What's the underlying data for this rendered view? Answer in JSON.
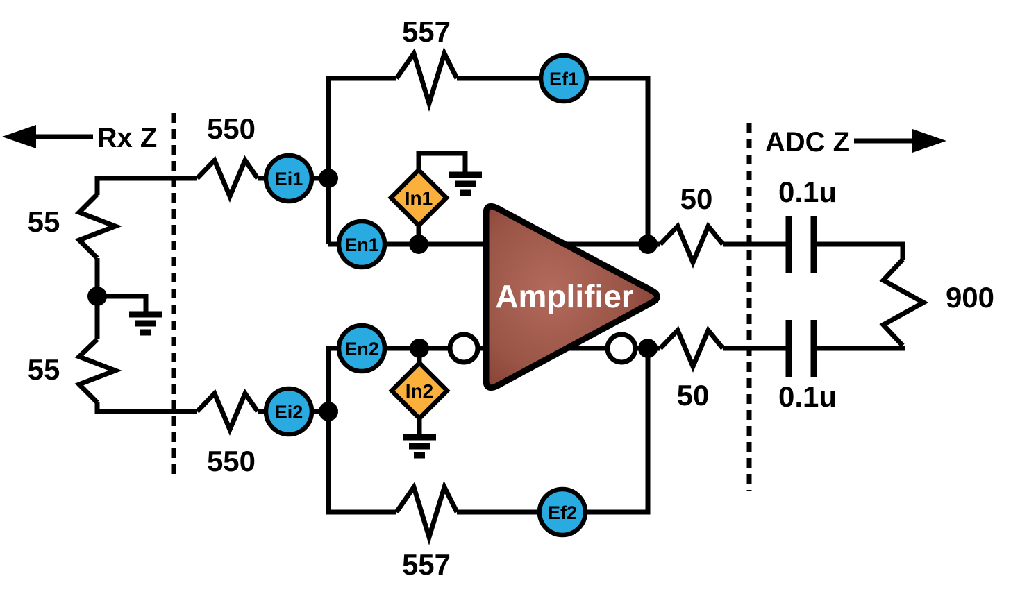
{
  "figure": {
    "type": "circuit-schematic",
    "amplifier_label": "Amplifier"
  },
  "ports": {
    "rx": {
      "label": "Rx Z"
    },
    "adc": {
      "label": "ADC Z"
    }
  },
  "resistors": {
    "rx_top": "55",
    "rx_bottom": "55",
    "series_top": "550",
    "series_bottom": "550",
    "feedback_top": "557",
    "feedback_bottom": "557",
    "output_top": "50",
    "output_bottom": "50",
    "adc_load": "900"
  },
  "capacitors": {
    "output_top": "0.1u",
    "output_bottom": "0.1u"
  },
  "noise_sources": {
    "ei1": "Ei1",
    "en1": "En1",
    "ef1": "Ef1",
    "in1": "In1",
    "ei2": "Ei2",
    "en2": "En2",
    "ef2": "Ef2",
    "in2": "In2"
  },
  "colors": {
    "wire": "#000000",
    "voltage_noise_fill": "#29ABE2",
    "current_noise_fill": "#FBB03B",
    "amplifier_light": "#B26A5C",
    "amplifier_mid": "#9A5547",
    "amplifier_dark": "#7A352A",
    "background": "#FFFFFF"
  }
}
